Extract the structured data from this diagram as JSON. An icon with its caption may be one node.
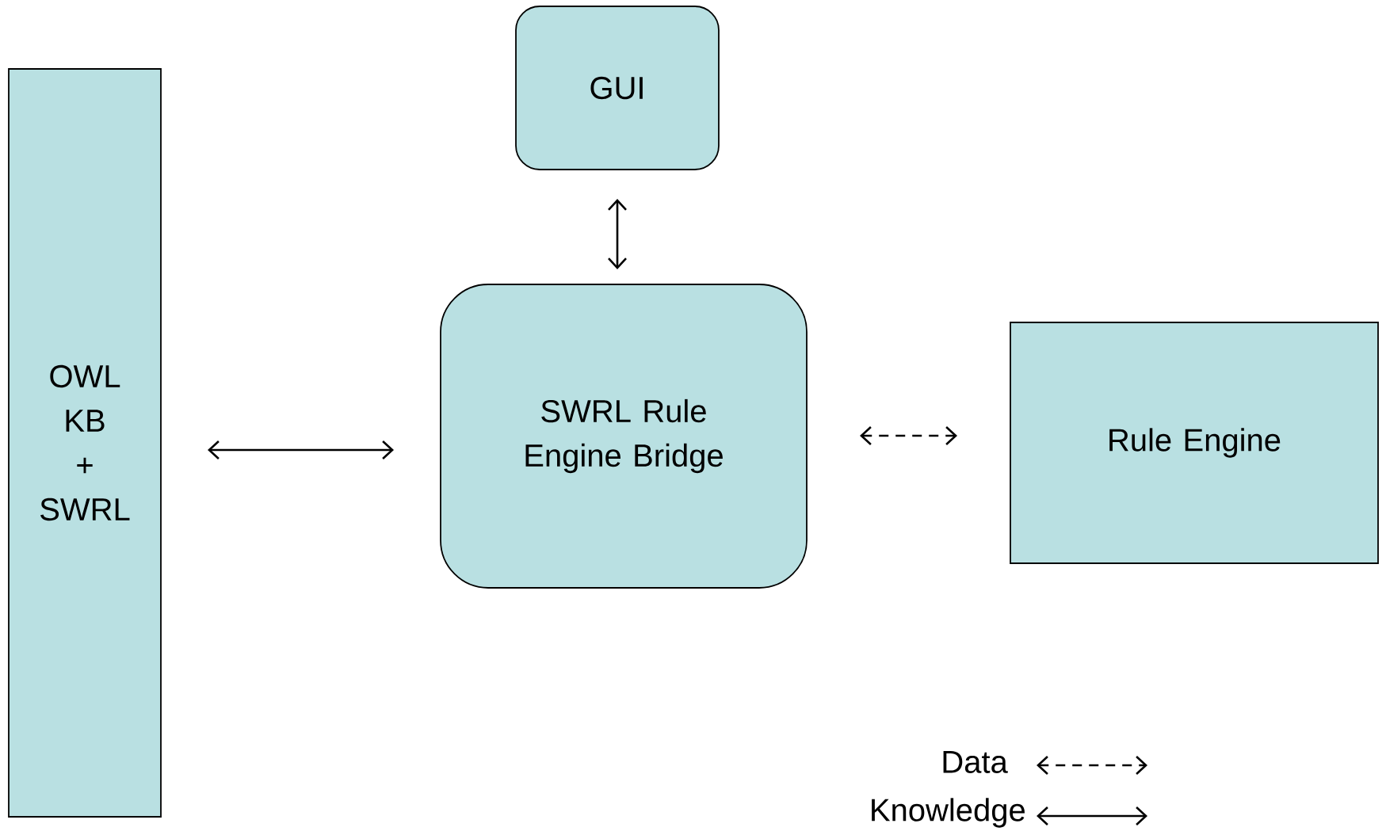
{
  "diagram": {
    "nodes": [
      {
        "text": [
          "OWL KB + SWRL"
        ]
      },
      {
        "text": [
          "GUI"
        ]
      },
      {
        "text": [
          "SWRL Rule Engine Bridge"
        ]
      },
      {
        "text": [
          "Rule Engine"
        ]
      }
    ],
    "edges": [
      {
        "from": 0,
        "to": 2,
        "arrow": "both"
      },
      {
        "from": 1,
        "to": 2,
        "arrow": "both"
      },
      {
        "from": 2,
        "to": 3,
        "arrow": "both",
        "style": "dashed"
      }
    ],
    "legend": [
      {
        "text": "Data"
      },
      {
        "text": "Knowledge"
      }
    ]
  }
}
